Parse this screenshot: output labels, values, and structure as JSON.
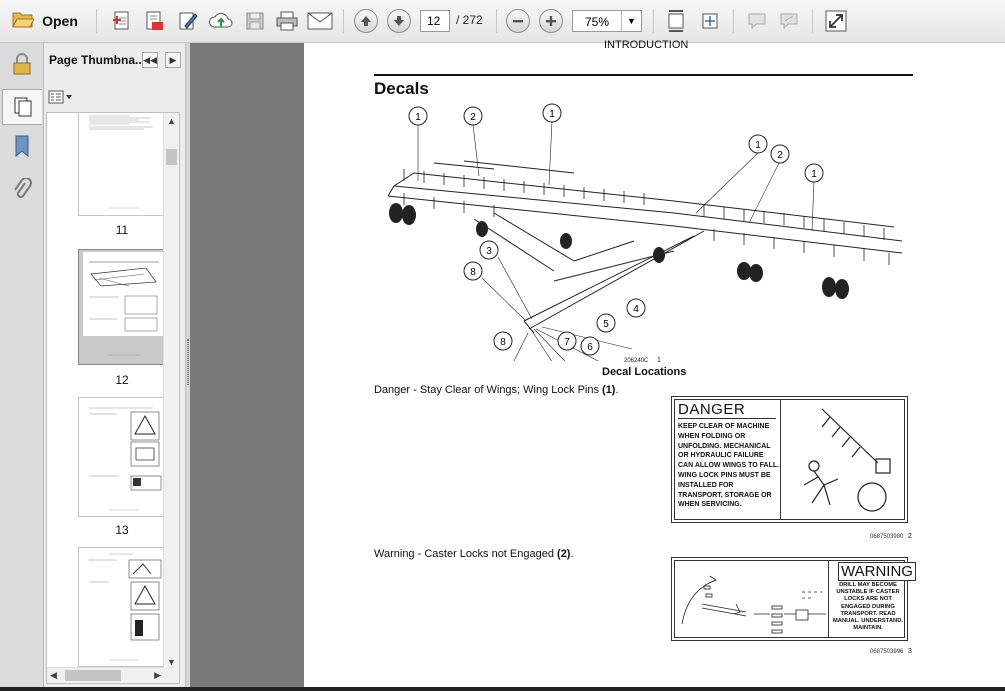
{
  "toolbar": {
    "open_label": "Open",
    "page_current": "12",
    "page_total": "/ 272",
    "zoom": "75%",
    "icons": [
      "folder-open-icon",
      "create-pdf-icon",
      "export-icon",
      "edit-icon",
      "upload-icon",
      "save-icon",
      "print-icon",
      "email-icon",
      "previous-page-icon",
      "next-page-icon",
      "zoom-out-icon",
      "zoom-in-icon",
      "fit-page-icon",
      "fit-width-icon",
      "comment-icon",
      "sign-icon",
      "fullscreen-icon"
    ]
  },
  "sidebar": {
    "title": "Page Thumbna...",
    "thumb_labels": [
      "11",
      "12",
      "13"
    ],
    "selected": "12"
  },
  "document": {
    "running_head": "INTRODUCTION",
    "section_title": "Decals",
    "figure_code": "206240C",
    "figure_number": "1",
    "figure_caption": "Decal Locations",
    "callouts": [
      "1",
      "2",
      "1",
      "1",
      "2",
      "1",
      "3",
      "8",
      "4",
      "5",
      "6",
      "7",
      "8"
    ],
    "item1_text": "Danger - Stay Clear of Wings; Wing Lock Pins ",
    "item1_ref": "(1)",
    "item1_end": ".",
    "danger_decal": {
      "heading": "DANGER",
      "body": "KEEP CLEAR OF MACHINE WHEN FOLDING OR UNFOLDING. MECHANICAL OR HYDRAULIC FAILURE CAN ALLOW WINGS TO FALL. WING LOCK PINS MUST BE INSTALLED FOR TRANSPORT, STORAGE OR WHEN SERVICING.",
      "code": "0687503980",
      "num": "2"
    },
    "item2_text": "Warning - Caster Locks not Engaged ",
    "item2_ref": "(2)",
    "item2_end": ".",
    "warning_decal": {
      "heading": "WARNING",
      "body": "DRILL MAY BECOME UNSTABLE IF CASTER LOCKS ARE NOT ENGAGED DURING TRANSPORT. READ MANUAL. UNDERSTAND. MAINTAIN.",
      "code": "0687503996",
      "num": "3"
    }
  }
}
